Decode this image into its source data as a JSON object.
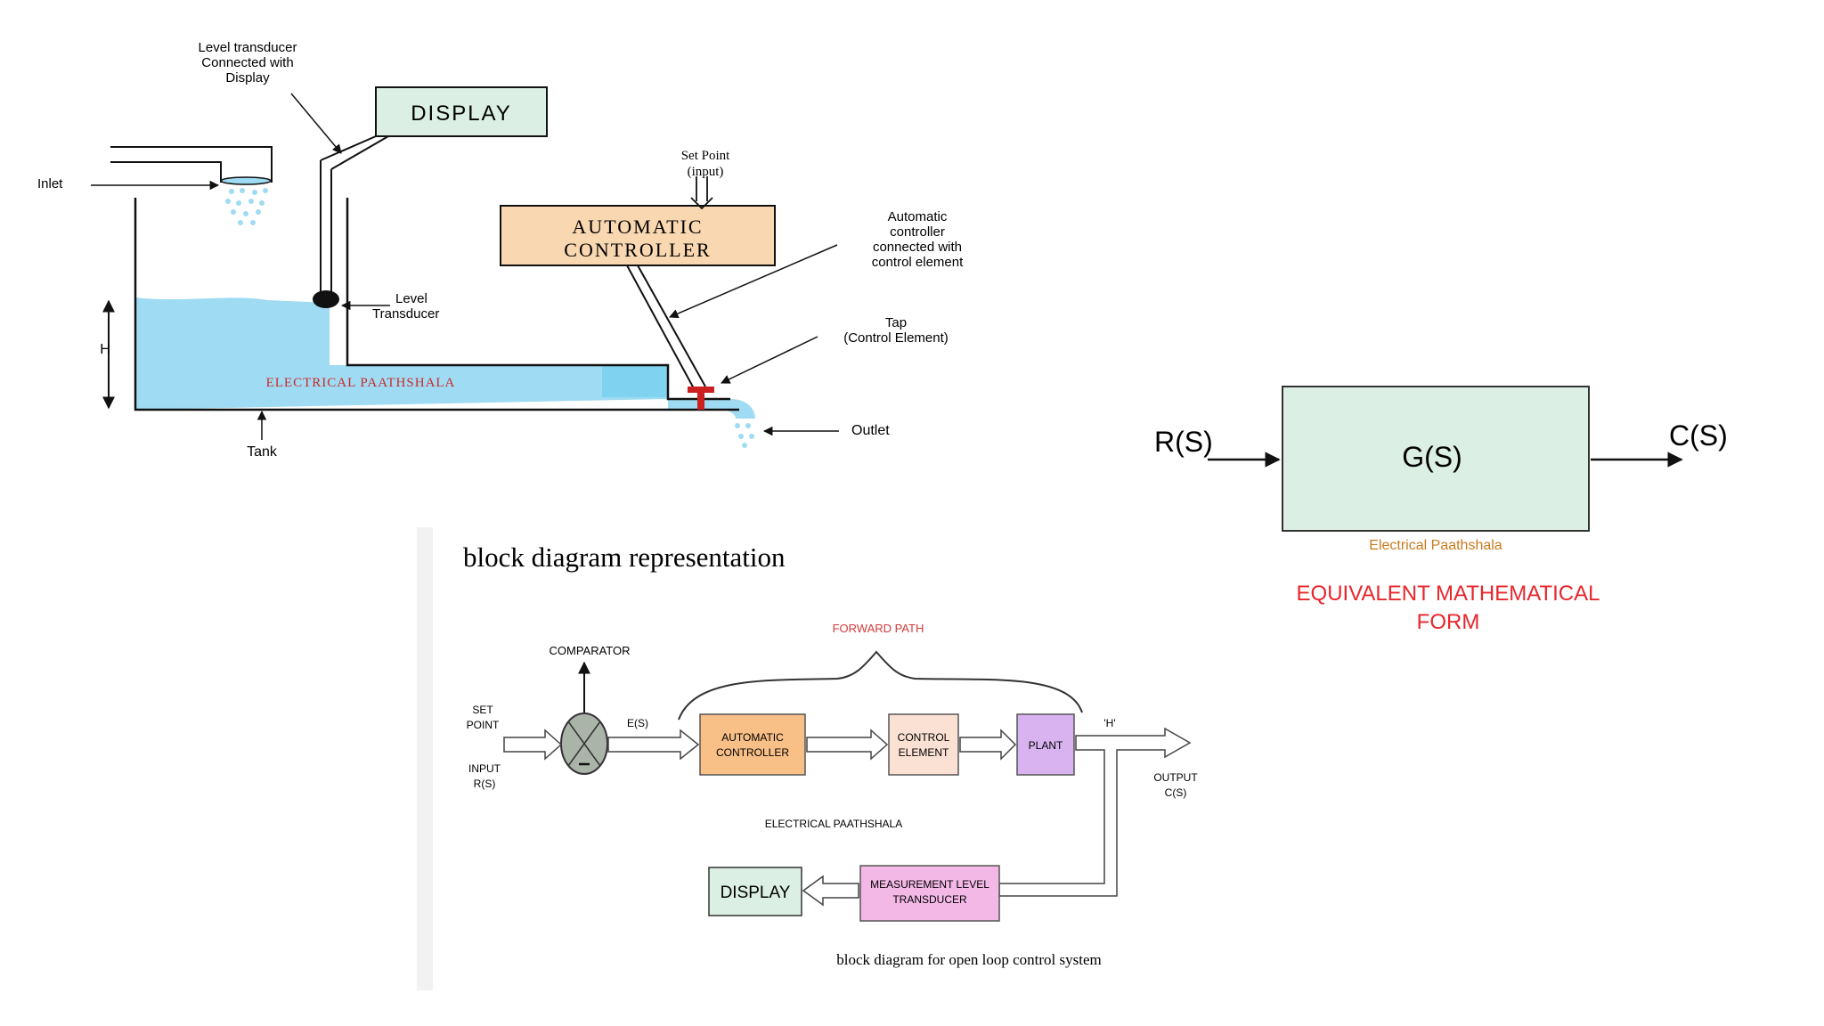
{
  "tank_diagram": {
    "annotation_level_transducer_display": [
      "Level transducer",
      "Connected with",
      "Display"
    ],
    "display_label": "DISPLAY",
    "inlet_label": "Inlet",
    "set_point_label": [
      "Set Point",
      "(input)"
    ],
    "controller_label": [
      "AUTOMATIC",
      "CONTROLLER"
    ],
    "annotation_controller": [
      "Automatic",
      "controller",
      "connected with",
      "control element"
    ],
    "level_transducer_label": [
      "Level",
      "Transducer"
    ],
    "height_label": "H",
    "tap_label": [
      "Tap",
      "(Control Element)"
    ],
    "watermark": "ELECTRICAL PAATHSHALA",
    "outlet_label": "Outlet",
    "tank_label": "Tank",
    "colors": {
      "water": "#9fdbf2",
      "display_fill": "#dcefe4",
      "controller_fill": "#f9d7b0",
      "tap": "#cc1f1f",
      "watermark": "#cc2a2a"
    }
  },
  "math_form": {
    "input": "R(S)",
    "block": "G(S)",
    "output": "C(S)",
    "watermark": "Electrical Paathshala",
    "caption": [
      "EQUIVALENT MATHEMATICAL",
      "FORM"
    ],
    "colors": {
      "block_fill": "#dcefe4",
      "caption": "#e8262b",
      "watermark": "#c77a1e"
    }
  },
  "block_diagram": {
    "heading": "block diagram representation",
    "forward_path": "FORWARD PATH",
    "comparator": "COMPARATOR",
    "set_point": [
      "SET",
      "POINT"
    ],
    "input": [
      "INPUT",
      "R(S)"
    ],
    "error": "E(S)",
    "controller": [
      "AUTOMATIC",
      "CONTROLLER"
    ],
    "control_element": [
      "CONTROL",
      "ELEMENT"
    ],
    "plant": "PLANT",
    "h_label": "'H'",
    "output": [
      "OUTPUT",
      "C(S)"
    ],
    "watermark": "ELECTRICAL PAATHSHALA",
    "display": "DISPLAY",
    "transducer": [
      "MEASUREMENT LEVEL",
      "TRANSDUCER"
    ],
    "caption": "block diagram for open loop control system",
    "colors": {
      "controller_fill": "#f8bf86",
      "control_element_fill": "#fbe1d3",
      "plant_fill": "#d9b3f0",
      "transducer_fill": "#f4b8e6",
      "display_fill": "#dcefe4",
      "comparator_fill": "#aab4a8",
      "forward_path": "#d33a3a"
    }
  }
}
